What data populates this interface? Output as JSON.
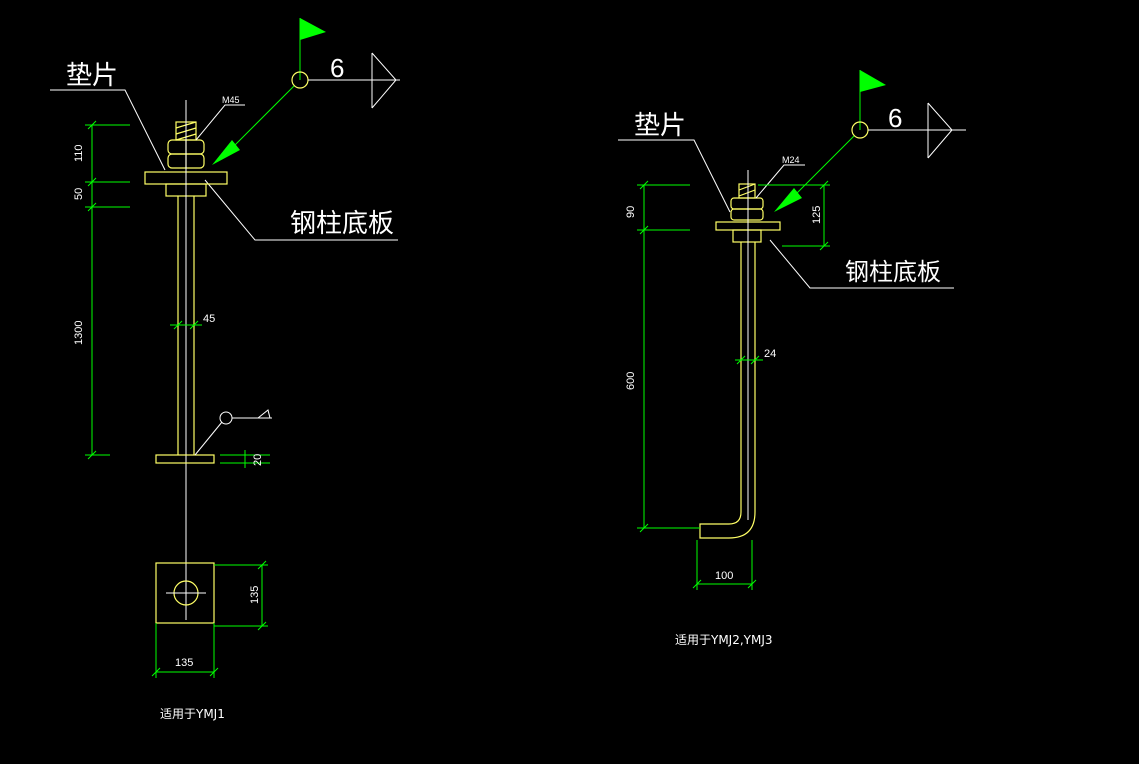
{
  "left": {
    "gasket_label": "垫片",
    "base_plate_label": "钢柱底板",
    "bolt_spec": "M45",
    "section_number": "6",
    "dims": {
      "top_nut": "110",
      "washer": "50",
      "shank_length": "1300",
      "diameter": "45",
      "end_plate": "20",
      "plate_width": "135",
      "plate_height": "135"
    },
    "caption": "适用于YMJ1"
  },
  "right": {
    "gasket_label": "垫片",
    "base_plate_label": "钢柱底板",
    "bolt_spec": "M24",
    "section_number": "6",
    "dims": {
      "top": "90",
      "right_height": "125",
      "shank_length": "600",
      "diameter": "24",
      "hook": "100"
    },
    "caption": "适用于YMJ2,YMJ3"
  },
  "colors": {
    "dimension": "#00ff00",
    "bolt": "#ffff66",
    "text": "#ffffff",
    "background": "#000000"
  }
}
